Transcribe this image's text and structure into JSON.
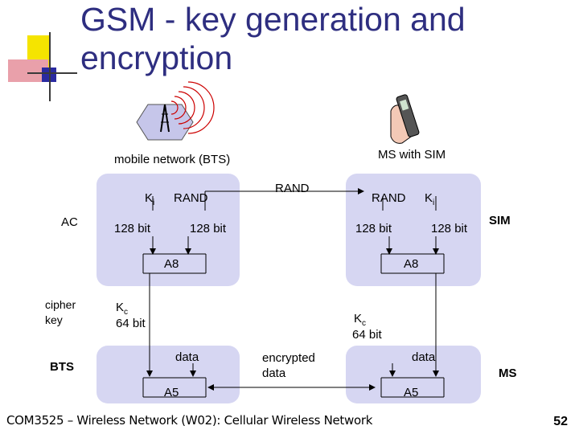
{
  "slide": {
    "title": "GSM - key generation and encryption",
    "title_line1": "GSM - key generation and",
    "title_line2": "encryption",
    "footer": "COM3525 – Wireless Network (W02): Cellular Wireless Network",
    "page_number": "52"
  },
  "diagram": {
    "network_label": "mobile network (BTS)",
    "ms_label": "MS with SIM",
    "rand_middle": "RAND",
    "left": {
      "ki": "K",
      "ki_sub": "i",
      "rand": "RAND",
      "bits_left": "128 bit",
      "bits_right": "128 bit",
      "a8": "A8",
      "kc": "K",
      "kc_sub": "c",
      "kc_bits": "64 bit",
      "data": "data",
      "a5": "A5"
    },
    "right": {
      "rand": "RAND",
      "ki": "K",
      "ki_sub": "i",
      "bits_left": "128 bit",
      "bits_right": "128 bit",
      "a8": "A8",
      "kc": "K",
      "kc_sub": "c",
      "kc_bits": "64 bit",
      "data": "data",
      "a5": "A5"
    },
    "side_labels": {
      "ac": "AC",
      "cipher_key": "cipher\nkey",
      "bts": "BTS",
      "sim": "SIM",
      "ms": "MS"
    },
    "encrypted_data": "encrypted\ndata",
    "colors": {
      "box_fill": "#d6d6f2",
      "title": "#2e2e80",
      "deco_yellow": "#f5e400",
      "deco_red": "#e36b7a",
      "deco_blue": "#2a2aa0"
    }
  }
}
